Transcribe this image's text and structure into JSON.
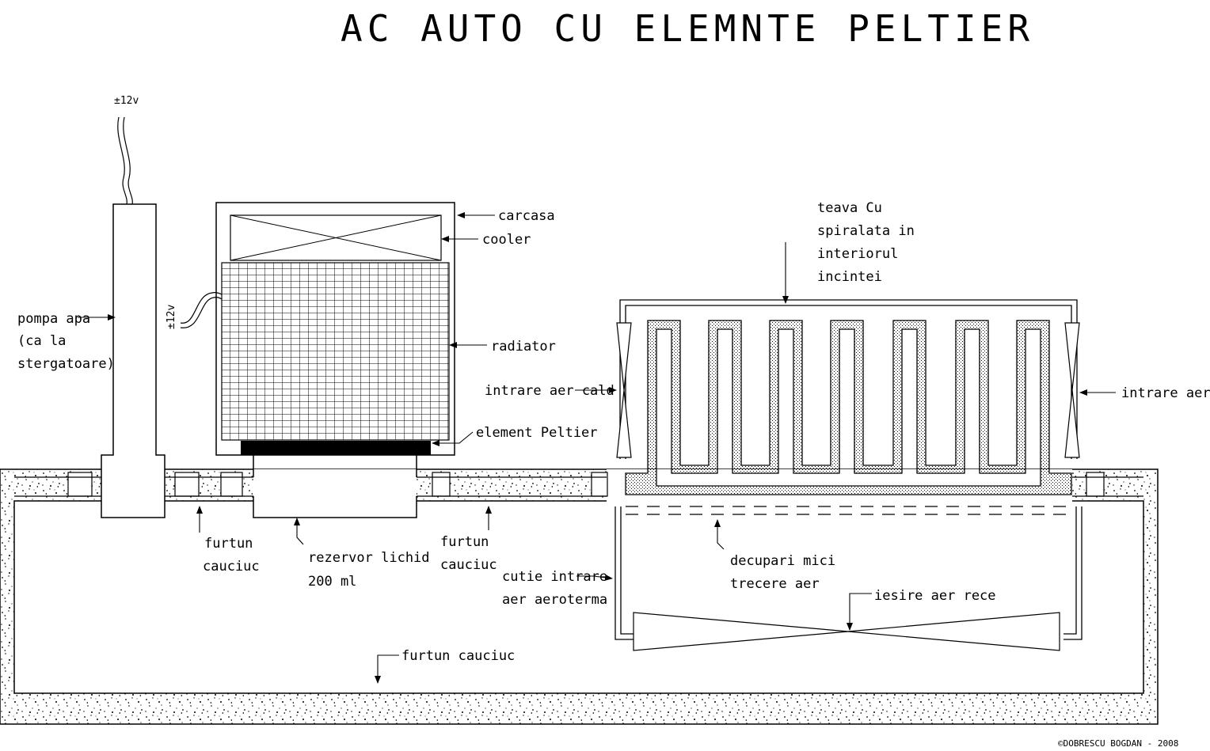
{
  "title": "AC AUTO CU ELEMNTE PELTIER",
  "labels": {
    "pump_voltage": "±12v",
    "cooler_voltage": "±12v",
    "pump_line1": "pompa apa",
    "pump_line2": "(ca la",
    "pump_line3": "stergatoare)",
    "housing": "carcasa",
    "cooler": "cooler",
    "radiator": "radiator",
    "peltier": "element Peltier",
    "hose_left_1": "furtun",
    "hose_left_2": "cauciuc",
    "tank_1": "rezervor lichid",
    "tank_2": "200 ml",
    "hose_mid_1": "furtun",
    "hose_mid_2": "cauciuc",
    "inlet_box_1": "cutie intrare",
    "inlet_box_2": "aer aeroterma",
    "pipe_1": "teava Cu",
    "pipe_2": "spiralata in",
    "pipe_3": "interiorul",
    "pipe_4": "incintei",
    "hot_air_left": "intrare aer cald",
    "hot_air_right": "intrare aer cald",
    "cutouts_1": "decupari mici",
    "cutouts_2": "trecere aer",
    "cold_air_out": "iesire aer rece",
    "hose_bottom": "furtun cauciuc"
  },
  "copyright": "©DOBRESCU BOGDAN - 2008"
}
